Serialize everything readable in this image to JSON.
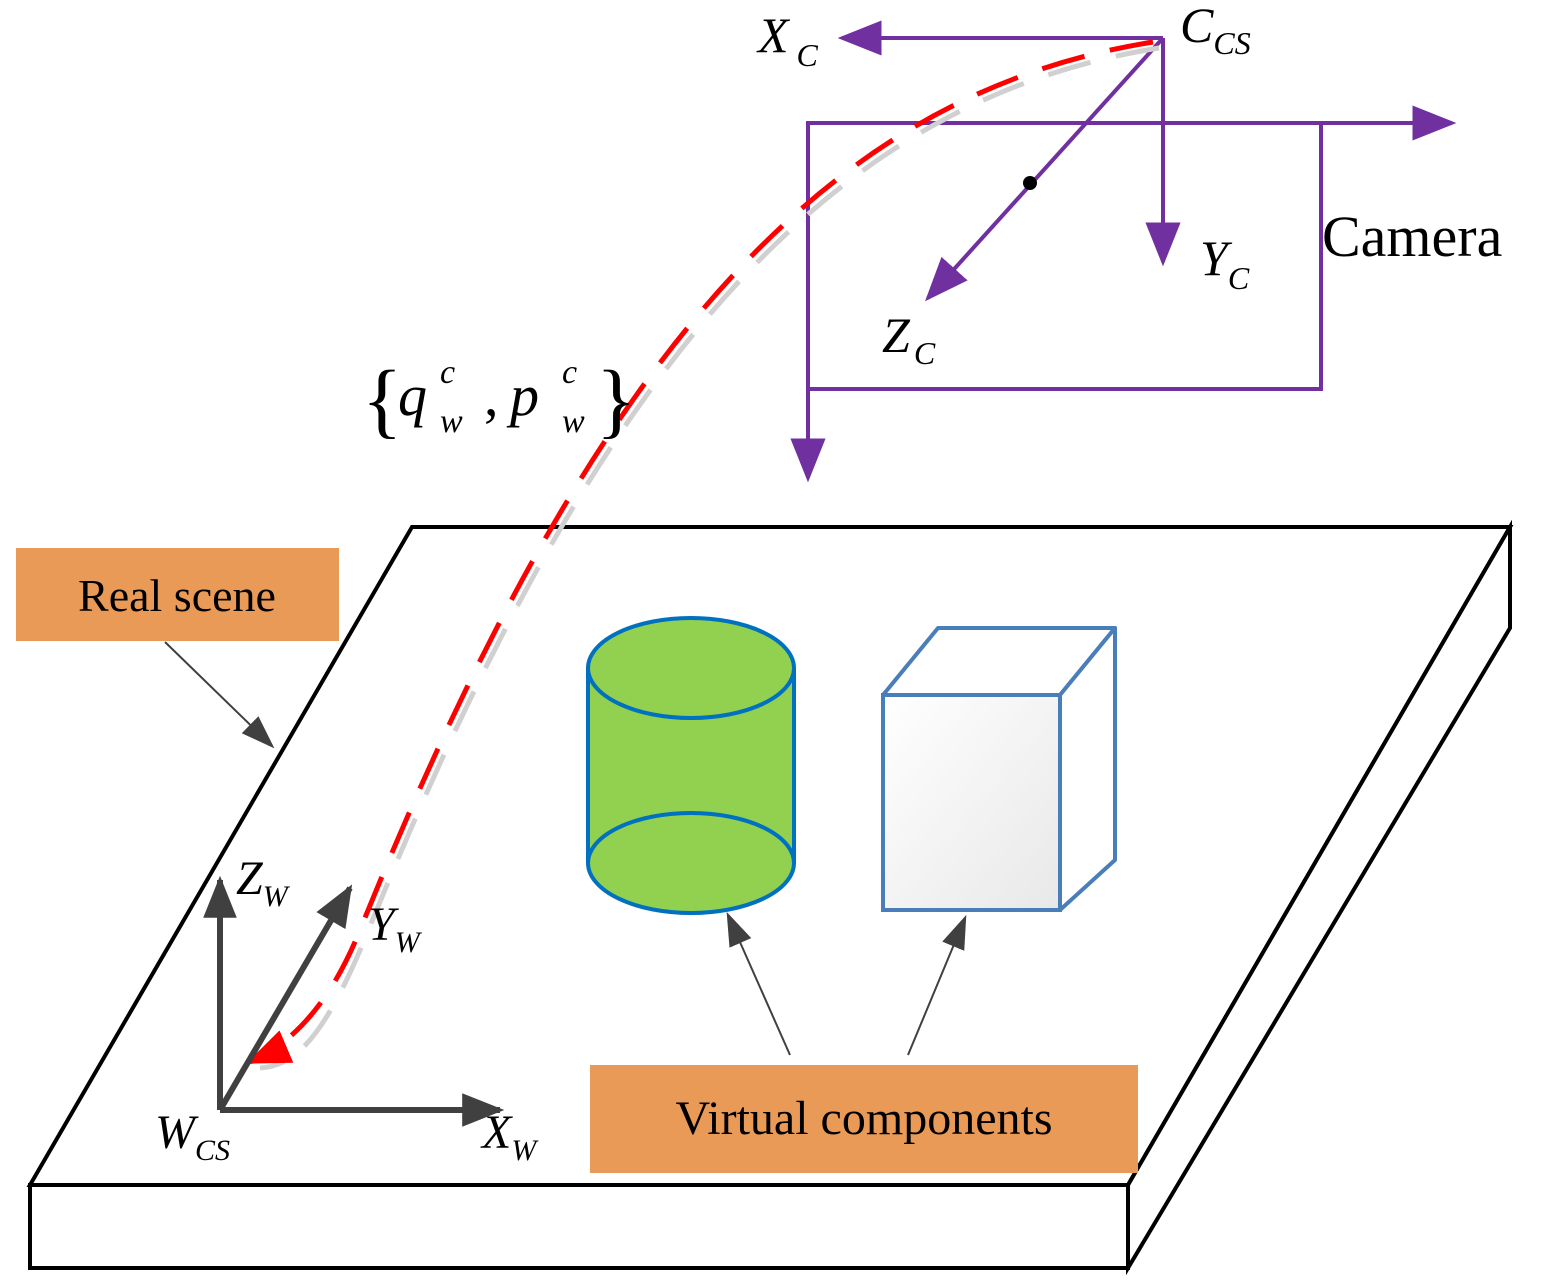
{
  "camera": {
    "label": "Camera",
    "axis_x": {
      "main": "X",
      "sub": "C"
    },
    "axis_y": {
      "main": "Y",
      "sub": "C"
    },
    "axis_z": {
      "main": "Z",
      "sub": "C"
    },
    "origin": {
      "main": "C",
      "sub": "CS"
    }
  },
  "world": {
    "axis_x": {
      "main": "X",
      "sub": "W"
    },
    "axis_y": {
      "main": "Y",
      "sub": "W"
    },
    "axis_z": {
      "main": "Z",
      "sub": "W"
    },
    "origin": {
      "main": "W",
      "sub": "CS"
    }
  },
  "transform": {
    "q": "q",
    "q_sup": "c",
    "q_sub": "w",
    "p": "p",
    "p_sup": "c",
    "p_sub": "w",
    "open_brace": "{",
    "comma": ",",
    "close_brace": "}"
  },
  "callouts": {
    "real_scene": "Real scene",
    "virtual_components": "Virtual components"
  },
  "colors": {
    "camera": "#7030A0",
    "transform_path": "#FF0000",
    "world_axes": "#404040",
    "label_box": "#E99A57",
    "cylinder_fill": "#92D050",
    "cylinder_stroke": "#0070C0",
    "box_stroke": "#4A7EBB"
  }
}
